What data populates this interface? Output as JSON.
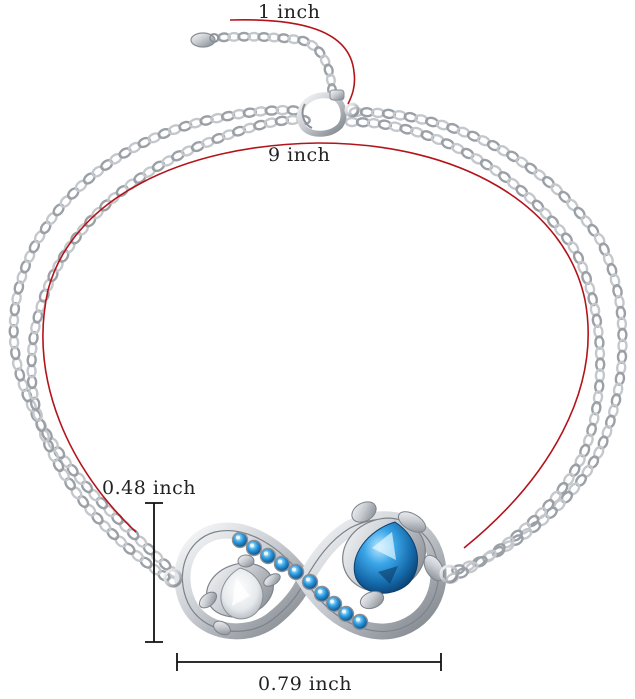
{
  "image": {
    "subject": "infinity-sea-turtle-bracelet"
  },
  "dimensions": {
    "extender_length": "1 inch",
    "chain_length": "9 inch",
    "pendant_height": "0.48 inch",
    "pendant_width": "0.79 inch"
  },
  "colors": {
    "background": "#ffffff",
    "silver_dark": "#8a8f96",
    "silver_mid": "#c4c8cd",
    "silver_light": "#eef0f2",
    "measure_red": "#b3141b",
    "measure_black": "#111111",
    "blue_gem": "#1e7fc4",
    "blue_gem_light": "#8fd3f7",
    "clear_gem": "#f4f6f8"
  }
}
